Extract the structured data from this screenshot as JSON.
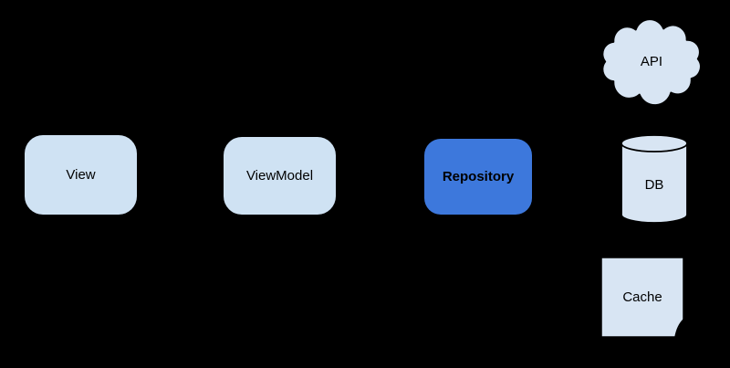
{
  "canvas": {
    "background": "#000000"
  },
  "nodes": {
    "view": {
      "label": "View",
      "shape": "rounded-rectangle",
      "fill": "#cfe2f3"
    },
    "viewmodel": {
      "label": "ViewModel",
      "shape": "rounded-rectangle",
      "fill": "#cfe2f3"
    },
    "repository": {
      "label": "Repository",
      "shape": "rounded-rectangle",
      "fill": "#3d78dc",
      "bold": true
    },
    "api": {
      "label": "API",
      "shape": "cloud",
      "fill": "#d8e5f3"
    },
    "db": {
      "label": "DB",
      "shape": "cylinder",
      "fill": "#d8e5f3"
    },
    "cache": {
      "label": "Cache",
      "shape": "note",
      "fill": "#d8e5f3",
      "fold_fill": "#b9c5d0"
    }
  },
  "colors": {
    "background": "#000000",
    "stroke": "#000000",
    "text": "#000000",
    "accent_blue": "#3d78dc",
    "light_blue": "#cfe2f3"
  }
}
